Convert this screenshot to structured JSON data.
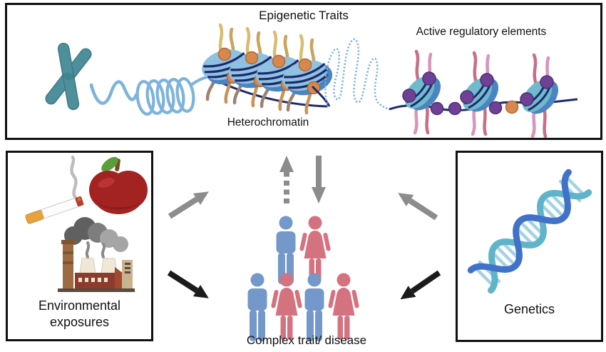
{
  "panels": {
    "epigenetics": {
      "title": "Epigenetic Traits",
      "labels": {
        "heterochromatin": "Heterochromatin",
        "active_elements": "Active regulatory elements"
      },
      "icons": [
        "chromosome-icon",
        "chromatin-coil-icon",
        "heterochromatin-nucleosomes-icon",
        "open-chromatin-loops-icon",
        "active-nucleosomes-icon"
      ]
    },
    "environmental": {
      "label_line1": "Environmental",
      "label_line2": "exposures",
      "icons": [
        "cigarette-icon",
        "apple-icon",
        "factory-icon"
      ]
    },
    "genetics": {
      "label": "Genetics",
      "icons": [
        "dna-double-helix-icon"
      ]
    },
    "center": {
      "label": "Complex trait/ disease",
      "people": {
        "rows": [
          [
            "male",
            "female"
          ],
          [
            "male",
            "female",
            "male",
            "female"
          ]
        ]
      },
      "arrows": [
        {
          "name": "trait-to-epigenetics",
          "style": "dashed",
          "color": "gray",
          "direction": "up"
        },
        {
          "name": "epigenetics-to-trait",
          "style": "solid",
          "color": "gray",
          "direction": "down"
        },
        {
          "name": "environment-to-epigenetics",
          "style": "solid",
          "color": "gray",
          "direction": "up-right"
        },
        {
          "name": "environment-to-trait",
          "style": "solid",
          "color": "black",
          "direction": "down-right"
        },
        {
          "name": "genetics-to-epigenetics",
          "style": "solid",
          "color": "gray",
          "direction": "up-left"
        },
        {
          "name": "genetics-to-trait",
          "style": "solid",
          "color": "black",
          "direction": "down-left"
        }
      ]
    }
  },
  "colors": {
    "panel_border": "#111111",
    "arrow_gray": "#8c8c8c",
    "arrow_black": "#1b1b1b",
    "person_blue": "#7398c9",
    "person_pink": "#d4737f",
    "chromosome_teal": "#4d8f9b",
    "chromosome_edge": "#3b7b86",
    "chromatin_blue": "#7db3dc",
    "linker_navy": "#1e2a6e",
    "nucleosome_top": "#8ec2e0",
    "nucleosome_bottom": "#4a85c1",
    "active_top": "#6fbacc",
    "bead_orange": "#d6884e",
    "bead_orange_edge": "#b26a34",
    "bead_purple": "#6e4197",
    "bead_purple_edge": "#4e2d6e",
    "tail_yellow": "#d9bd6f",
    "tail_gold": "#c9a45c",
    "tail_brown": "#9c8273",
    "tail_tan": "#c8935a",
    "tail_pink_dark": "#c76f87",
    "tail_pink_light": "#d795bd",
    "dna_blue": "#3f72c8",
    "dna_teal": "#5fb4c9",
    "dna_rung": "#a3d2e6",
    "smoke_gray": "#bdbdbd",
    "smoke_dark": "#606060",
    "smoke_mid": "#7d7d7d",
    "smoke_light": "#a5a5a5",
    "apple_red": "#a32322",
    "apple_dark": "#8c1c1c",
    "leaf_green": "#5a9e3c",
    "stem_brown": "#7a4a21",
    "cig_filter": "#e8a23c",
    "cig_tip": "#b5402f",
    "factory_red": "#8c3b2c",
    "factory_brown": "#9c6b42",
    "factory_tan": "#c9b28e",
    "tower_cream": "#f0e8d6"
  }
}
